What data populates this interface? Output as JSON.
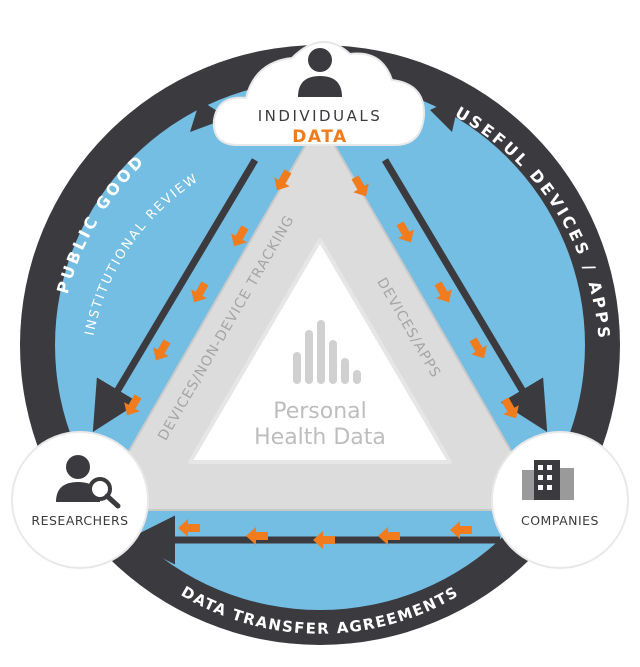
{
  "nodes": {
    "individuals": {
      "label": "INDIVIDUALS",
      "sublabel": "DATA"
    },
    "researchers": {
      "label": "RESEARCHERS"
    },
    "companies": {
      "label": "COMPANIES"
    }
  },
  "center": {
    "line1": "Personal",
    "line2": "Health Data"
  },
  "paths": {
    "left": "DEVICES/NON-DEVICE TRACKING",
    "right": "DEVICES/APPS",
    "bottom_outer": "DATA TRANSFER AGREEMENTS",
    "left_inner": "INSTITUTIONAL REVIEW",
    "left_outer": "PUBLIC GOOD",
    "right_outer": "USEFUL DEVICES / APPS"
  },
  "colors": {
    "blue": "#74bde3",
    "dark": "#3b3b3f",
    "orange": "#f07c1e",
    "gray_band": "#dcdcdc",
    "gray_text": "#c4c4c4",
    "white": "#ffffff"
  },
  "icons": {
    "individuals": "person-icon",
    "researchers": "researcher-magnifier-icon",
    "companies": "building-icon",
    "center": "bar-chart-icon"
  }
}
